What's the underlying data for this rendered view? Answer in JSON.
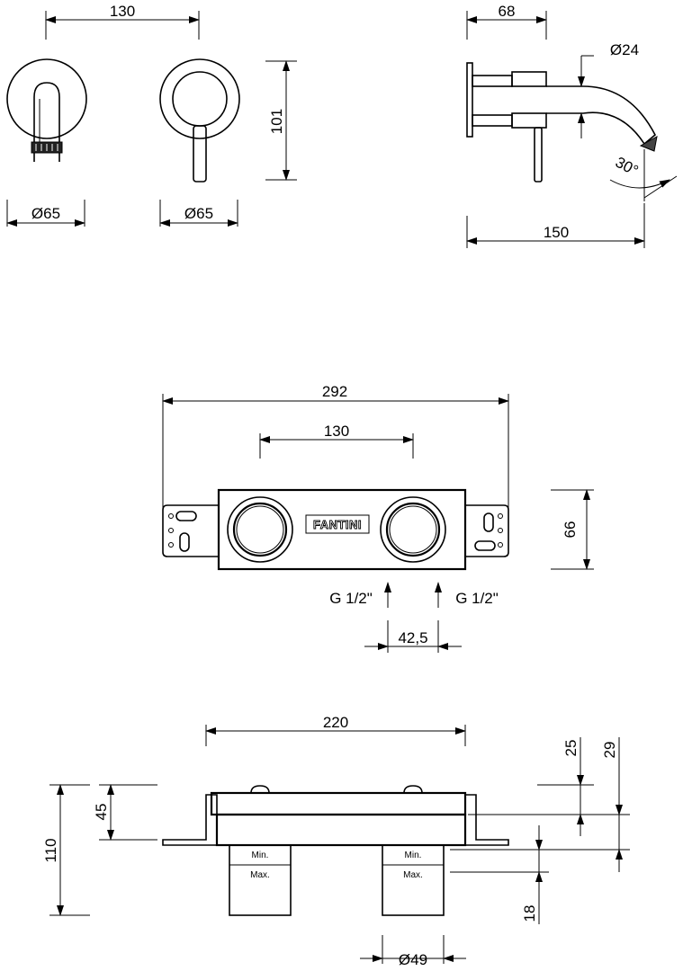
{
  "top_front": {
    "width_130": "130",
    "height_101": "101",
    "dia_left": "Ø65",
    "dia_right": "Ø65"
  },
  "top_side": {
    "depth_68": "68",
    "dia_24": "Ø24",
    "angle_30": "30°",
    "length_150": "150"
  },
  "box_front": {
    "overall_292": "292",
    "centers_130": "130",
    "brand": "FANTINI",
    "height_66": "66",
    "inlet_left": "G 1/2\"",
    "inlet_right": "G 1/2\"",
    "offset_425": "42,5"
  },
  "box_section": {
    "width_220": "220",
    "height_110": "110",
    "height_45": "45",
    "dim_25": "25",
    "dim_29": "29",
    "dim_18": "18",
    "dia_49": "Ø49",
    "min_label_left": "Min.",
    "max_label_left": "Max.",
    "min_label_right": "Min.",
    "max_label_right": "Max."
  }
}
